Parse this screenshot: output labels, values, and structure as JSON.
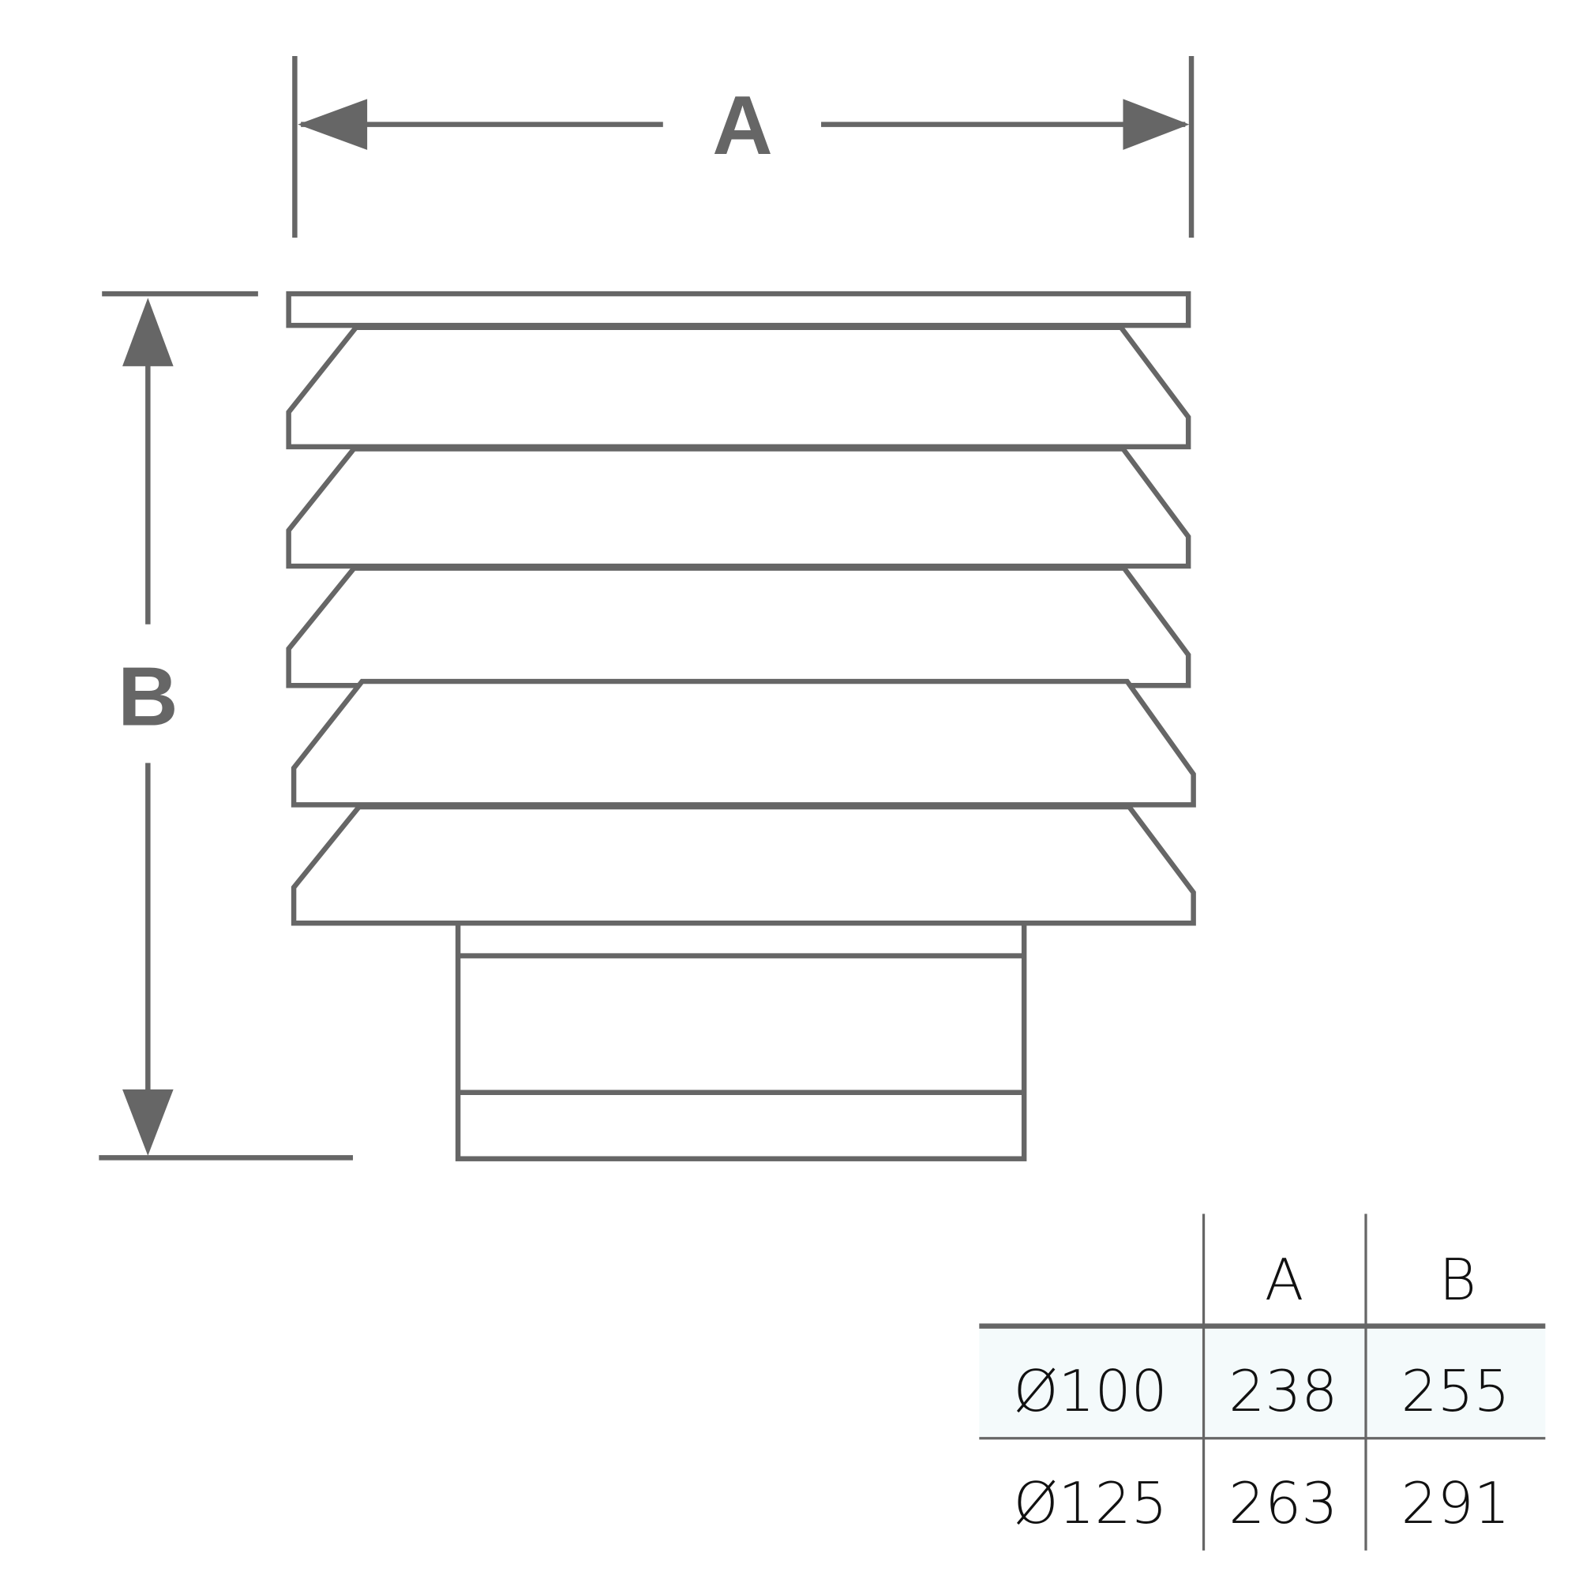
{
  "dimensions": {
    "width_label": "A",
    "height_label": "B"
  },
  "table": {
    "headers": [
      "",
      "A",
      "B"
    ],
    "rows": [
      {
        "size": "Ø100",
        "A": "238",
        "B": "255"
      },
      {
        "size": "Ø125",
        "A": "263",
        "B": "291"
      }
    ],
    "highlight_row_color": "#f4fafb",
    "line_color": "#666666"
  }
}
